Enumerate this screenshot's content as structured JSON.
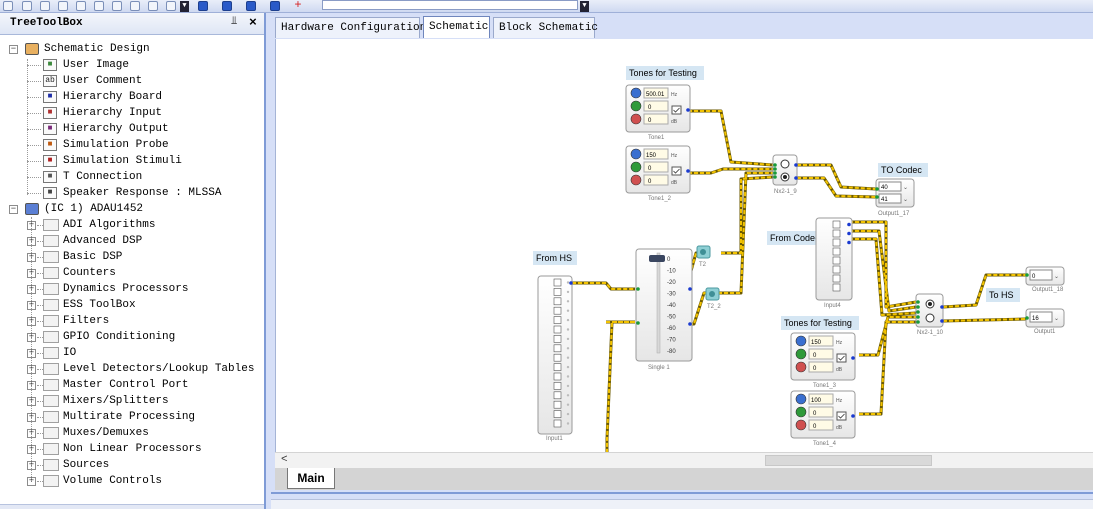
{
  "tree": {
    "title": "TreeToolBox",
    "pin": "⫫",
    "close": "×",
    "root1": {
      "label": "Schematic Design",
      "children": [
        "User Image",
        "User Comment",
        "Hierarchy Board",
        "Hierarchy Input",
        "Hierarchy Output",
        "Simulation Probe",
        "Simulation Stimuli",
        "T Connection",
        "Speaker Response : MLSSA"
      ]
    },
    "root2": {
      "label": "(IC 1) ADAU1452",
      "children": [
        "ADI Algorithms",
        "Advanced DSP",
        "Basic DSP",
        "Counters",
        "Dynamics Processors",
        "ESS ToolBox",
        "Filters",
        "GPIO Conditioning",
        "IO",
        "Level Detectors/Lookup Tables",
        "Master Control Port",
        "Mixers/Splitters",
        "Multirate Processing",
        "Muxes/Demuxes",
        "Non Linear Processors",
        "Sources",
        "Volume Controls"
      ]
    }
  },
  "tabs": [
    "Hardware Configuration",
    "Schematic",
    "Block Schematic"
  ],
  "active_tab": 1,
  "bottom_tab": "Main",
  "scroll_left": "<",
  "schematic": {
    "labels": {
      "tones1": "Tones for Testing",
      "to_codec": "TO Codec",
      "from_hs": "From HS",
      "from_codec": "From Codec",
      "to_hs": "To HS",
      "tones2": "Tones for Testing"
    },
    "tone1": {
      "freq": "500.01",
      "f_unit": "Hz",
      "phase": "0",
      "amp": "0",
      "amp_unit": "dB",
      "name": "Tone1"
    },
    "tone1_2": {
      "freq": "150",
      "f_unit": "Hz",
      "phase": "0",
      "amp": "0",
      "amp_unit": "dB",
      "name": "Tone1_2"
    },
    "tone1_3": {
      "freq": "150",
      "f_unit": "Hz",
      "phase": "0",
      "amp": "0",
      "amp_unit": "dB",
      "name": "Tone1_3"
    },
    "tone1_4": {
      "freq": "100",
      "f_unit": "Hz",
      "phase": "0",
      "amp": "0",
      "amp_unit": "dB",
      "name": "Tone1_4"
    },
    "nx2_1_9": "Nx2-1_9",
    "nx2_1_10": "Nx2-1_10",
    "output1_17": {
      "ch1": "40",
      "ch2": "41",
      "name": "Output1_17"
    },
    "output1_18": {
      "ch": "0",
      "name": "Output1_18"
    },
    "output1": {
      "ch": "16",
      "name": "Output1"
    },
    "input1_name": "Input1",
    "input4_name": "Input4",
    "single1": {
      "name": "Single 1",
      "ticks": [
        "0",
        "-10",
        "-20",
        "-30",
        "-40",
        "-50",
        "-60",
        "-70",
        "-80"
      ]
    },
    "t2": "T2",
    "t2_2": "T2_2"
  }
}
